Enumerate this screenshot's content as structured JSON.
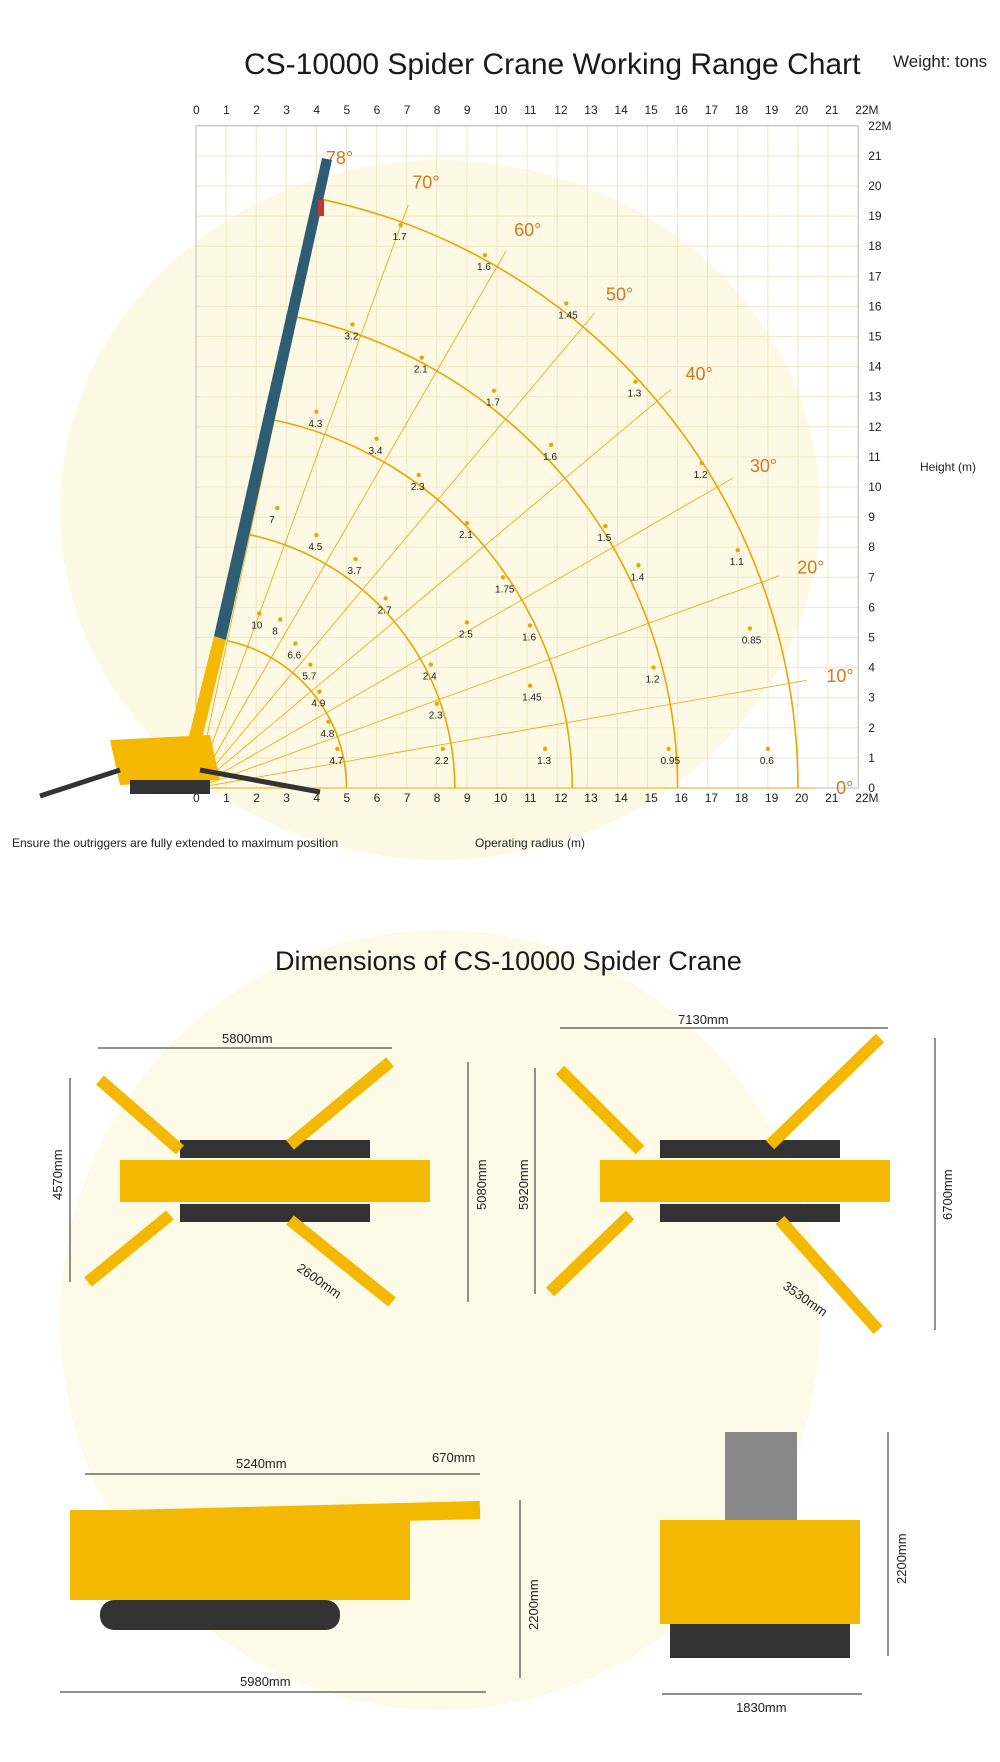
{
  "chart": {
    "title": "CS-10000 Spider Crane Working Range Chart",
    "weight_note": "Weight: tons",
    "height_label": "Height (m)",
    "radius_label": "Operating radius (m)",
    "outrigger_note": "Ensure the outriggers are fully extended to maximum position",
    "x_ticks": [
      "0",
      "1",
      "2",
      "3",
      "4",
      "5",
      "6",
      "7",
      "8",
      "9",
      "10",
      "11",
      "12",
      "13",
      "14",
      "15",
      "16",
      "17",
      "18",
      "19",
      "20",
      "21",
      "22M"
    ],
    "y_ticks": [
      "0",
      "1",
      "2",
      "3",
      "4",
      "5",
      "6",
      "7",
      "8",
      "9",
      "10",
      "11",
      "12",
      "13",
      "14",
      "15",
      "16",
      "17",
      "18",
      "19",
      "20",
      "21",
      "22M"
    ],
    "angles": [
      {
        "label": "0°",
        "deg": 0
      },
      {
        "label": "10°",
        "deg": 10
      },
      {
        "label": "20°",
        "deg": 20
      },
      {
        "label": "30°",
        "deg": 30
      },
      {
        "label": "40°",
        "deg": 40
      },
      {
        "label": "50°",
        "deg": 50
      },
      {
        "label": "60°",
        "deg": 60
      },
      {
        "label": "70°",
        "deg": 70
      },
      {
        "label": "78°",
        "deg": 78
      }
    ],
    "arcs": [
      5.0,
      8.6,
      12.5,
      16.0,
      20.0
    ],
    "capacities": [
      {
        "r": 4.7,
        "h": 1.3,
        "v": "4.7"
      },
      {
        "r": 8.2,
        "h": 1.3,
        "v": "2.2"
      },
      {
        "r": 11.6,
        "h": 1.3,
        "v": "1.3"
      },
      {
        "r": 15.7,
        "h": 1.3,
        "v": "0.95"
      },
      {
        "r": 19.0,
        "h": 1.3,
        "v": "0.6"
      },
      {
        "r": 4.4,
        "h": 2.2,
        "v": "4.8"
      },
      {
        "r": 4.1,
        "h": 3.2,
        "v": "4.9"
      },
      {
        "r": 3.8,
        "h": 4.1,
        "v": "5.7"
      },
      {
        "r": 3.3,
        "h": 4.8,
        "v": "6.6"
      },
      {
        "r": 2.8,
        "h": 5.6,
        "v": "8"
      },
      {
        "r": 2.1,
        "h": 5.8,
        "v": "10"
      },
      {
        "r": 2.7,
        "h": 9.3,
        "v": "7"
      },
      {
        "r": 4.0,
        "h": 8.4,
        "v": "4.5"
      },
      {
        "r": 4.0,
        "h": 12.5,
        "v": "4.3"
      },
      {
        "r": 5.2,
        "h": 15.4,
        "v": "3.2"
      },
      {
        "r": 5.3,
        "h": 7.6,
        "v": "3.7"
      },
      {
        "r": 6.0,
        "h": 11.6,
        "v": "3.4"
      },
      {
        "r": 7.5,
        "h": 14.3,
        "v": "2.1"
      },
      {
        "r": 6.3,
        "h": 6.3,
        "v": "2.7"
      },
      {
        "r": 7.4,
        "h": 10.4,
        "v": "2.3"
      },
      {
        "r": 9.0,
        "h": 8.8,
        "v": "2.1"
      },
      {
        "r": 9.9,
        "h": 13.2,
        "v": "1.7"
      },
      {
        "r": 9.0,
        "h": 5.5,
        "v": "2.5"
      },
      {
        "r": 7.8,
        "h": 4.1,
        "v": "2.4"
      },
      {
        "r": 8.0,
        "h": 2.8,
        "v": "2.3"
      },
      {
        "r": 11.1,
        "h": 3.4,
        "v": "1.45"
      },
      {
        "r": 11.1,
        "h": 5.4,
        "v": "1.6"
      },
      {
        "r": 10.2,
        "h": 7.0,
        "v": "1.75"
      },
      {
        "r": 13.6,
        "h": 8.7,
        "v": "1.5"
      },
      {
        "r": 11.8,
        "h": 11.4,
        "v": "1.6"
      },
      {
        "r": 14.7,
        "h": 7.4,
        "v": "1.4"
      },
      {
        "r": 15.2,
        "h": 4.0,
        "v": "1.2"
      },
      {
        "r": 18.4,
        "h": 5.3,
        "v": "0.85"
      },
      {
        "r": 18.0,
        "h": 7.9,
        "v": "1.1"
      },
      {
        "r": 16.8,
        "h": 10.8,
        "v": "1.2"
      },
      {
        "r": 14.6,
        "h": 13.5,
        "v": "1.3"
      },
      {
        "r": 12.3,
        "h": 16.1,
        "v": "1.45"
      },
      {
        "r": 9.6,
        "h": 17.7,
        "v": "1.6"
      },
      {
        "r": 6.8,
        "h": 18.7,
        "v": "1.7"
      }
    ]
  },
  "dimensions": {
    "title": "Dimensions of CS-10000 Spider Crane",
    "top_left": {
      "width": "5800mm",
      "left": "4570mm",
      "right": "5080mm",
      "diag": "2600mm"
    },
    "top_right": {
      "width": "7130mm",
      "left": "5920mm",
      "right": "6700mm",
      "diag": "3530mm"
    },
    "side": {
      "boom": "5240mm",
      "tip": "670mm",
      "length": "5980mm",
      "height": "2200mm"
    },
    "front": {
      "width": "1830mm",
      "height": "2200mm"
    }
  },
  "colors": {
    "accent": "#e8a600",
    "grid": "#f0e6c4",
    "axis": "#333333",
    "angle_text": "#d2781e",
    "boom": "#2e5d73",
    "crane_yellow": "#f5b800"
  }
}
